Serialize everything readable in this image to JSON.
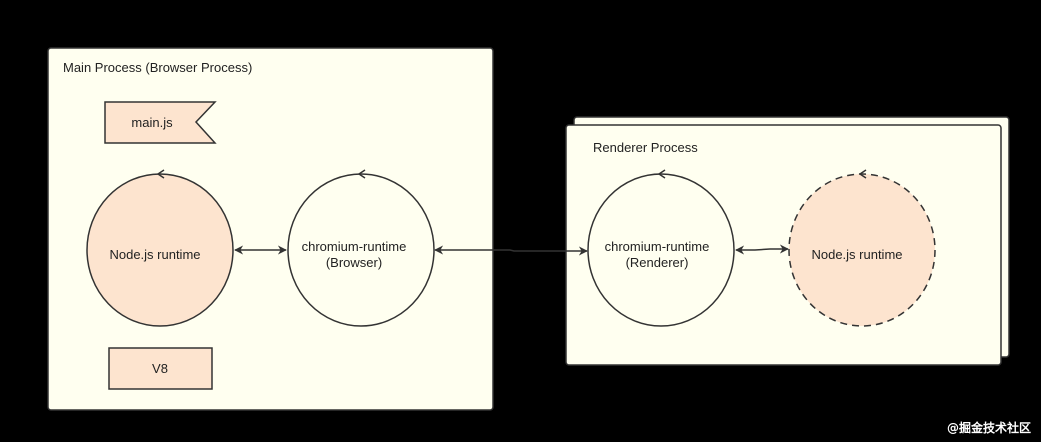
{
  "main_process": {
    "title": "Main Process (Browser Process)",
    "mainjs_label": "main.js",
    "node_label": "Node.js runtime",
    "chromium_label_line1": "chromium-runtime",
    "chromium_label_line2": "(Browser)",
    "v8_label": "V8"
  },
  "renderer_process": {
    "title": "Renderer Process",
    "chromium_label_line1": "chromium-runtime",
    "chromium_label_line2": "(Renderer)",
    "node_label": "Node.js runtime"
  },
  "watermark": "@掘金技术社区",
  "colors": {
    "background": "#000000",
    "panel_fill": "#fffff0",
    "peach_fill": "#fde4cf",
    "stroke": "#333333"
  }
}
